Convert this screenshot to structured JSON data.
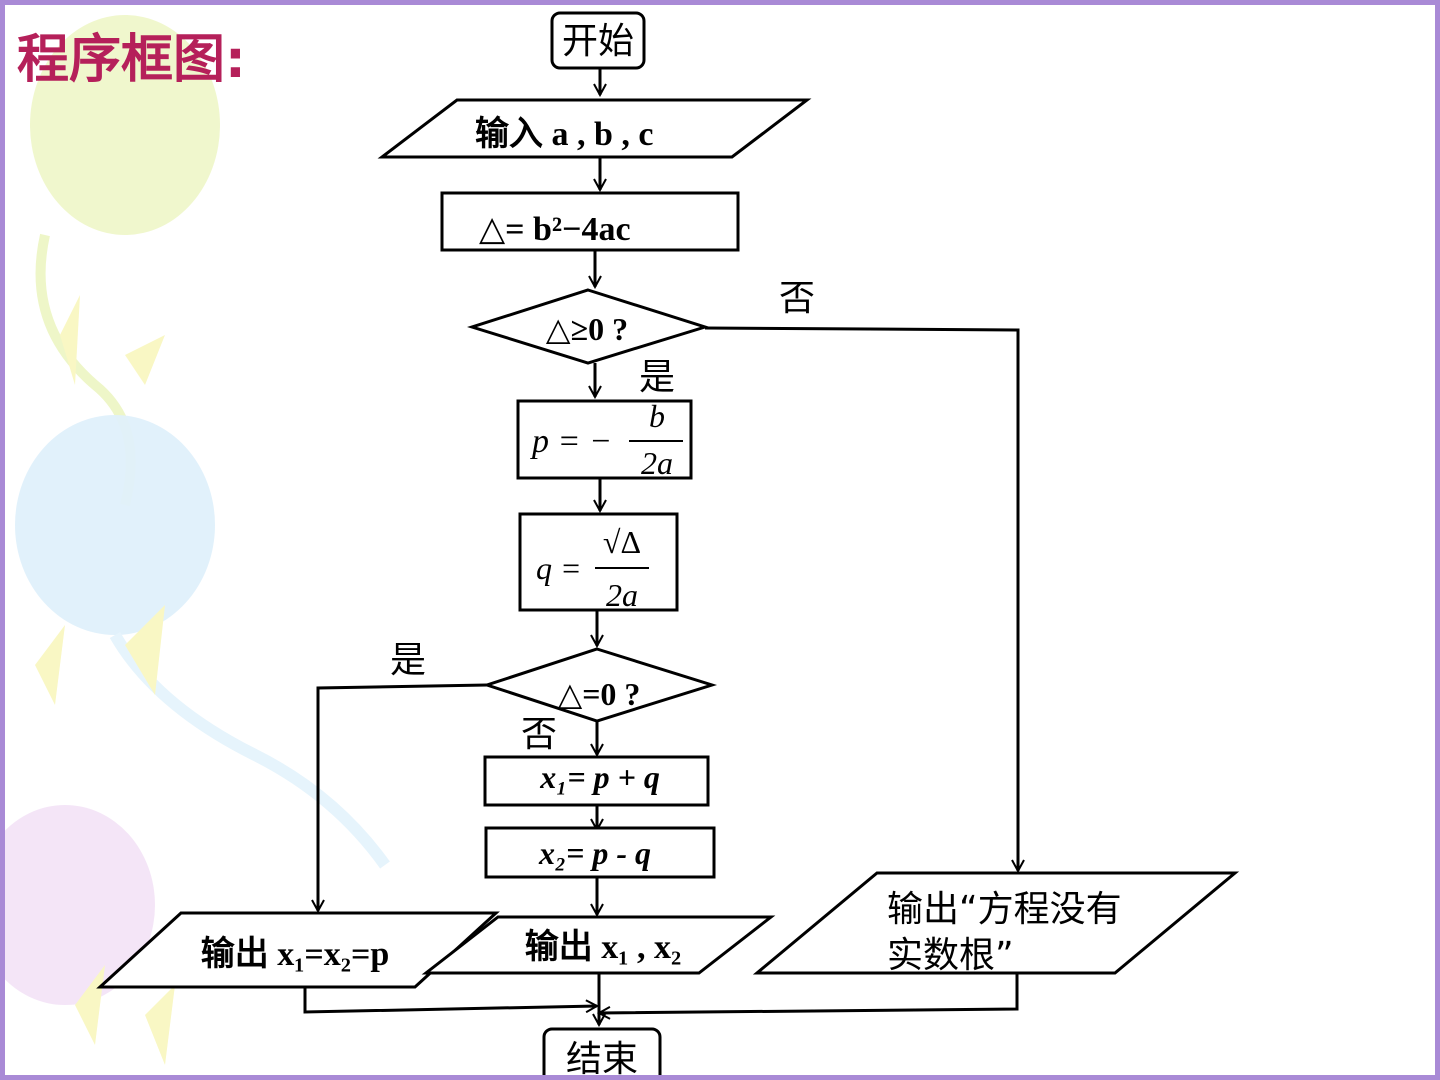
{
  "slide": {
    "title": "程序框图:"
  },
  "flowchart": {
    "start": "开始",
    "input": "输入 a , b , c",
    "delta": "△= b²−4ac",
    "cond1": "△≥0 ?",
    "cond1_no": "否",
    "cond1_yes": "是",
    "p_lhs": "p = −",
    "p_num": "b",
    "p_den": "2a",
    "q_lhs": "q =",
    "q_num": "√Δ",
    "q_den": "2a",
    "cond2": "△=0 ?",
    "cond2_yes": "是",
    "cond2_no": "否",
    "x1": "x₁= p + q",
    "x2": "x₂= p - q",
    "out_equal": "输出 x₁=x₂=p",
    "out_two": "输出 x₁ , x₂",
    "out_none_line1": "输出“方程没有",
    "out_none_line2": "实数根”",
    "end": "结束"
  }
}
